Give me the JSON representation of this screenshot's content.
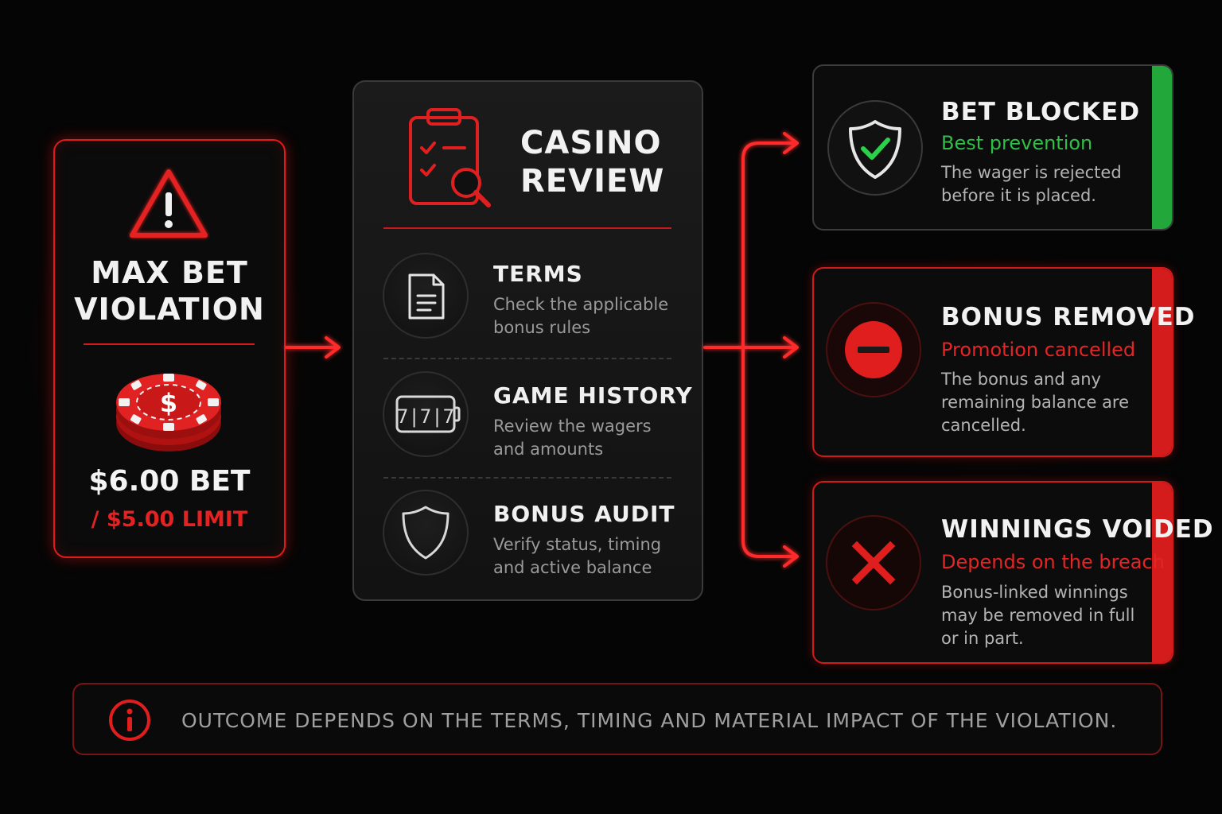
{
  "violation": {
    "title_line1": "MAX BET",
    "title_line2": "VIOLATION",
    "chip_symbol": "$",
    "bet": "$6.00 BET",
    "limit": "/ $5.00 LIMIT",
    "icons": [
      "warning-icon",
      "casino-chip-icon"
    ]
  },
  "review": {
    "title_line1": "CASINO",
    "title_line2": "REVIEW",
    "icon": "clipboard-search-icon",
    "steps": [
      {
        "title": "TERMS",
        "desc_line1": "Check the applicable",
        "desc_line2": "bonus rules",
        "icon": "document-icon"
      },
      {
        "title": "GAME HISTORY",
        "desc_line1": "Review the wagers",
        "desc_line2": "and amounts",
        "icon": "slot-machine-icon",
        "slot_digits": "7|7|7"
      },
      {
        "title": "BONUS AUDIT",
        "desc_line1": "Verify status, timing",
        "desc_line2": "and active balance",
        "icon": "shield-icon"
      }
    ]
  },
  "outcomes": [
    {
      "title": "BET BLOCKED",
      "subtitle": "Best prevention",
      "desc_lines": [
        "The wager is rejected",
        "before it is placed."
      ],
      "icon": "shield-check-icon",
      "accent": "#22a83a"
    },
    {
      "title": "BONUS REMOVED",
      "subtitle": "Promotion cancelled",
      "desc_lines": [
        "The bonus and any",
        "remaining balance are",
        "cancelled."
      ],
      "icon": "minus-circle-icon",
      "accent": "#e01e1e"
    },
    {
      "title": "WINNINGS VOIDED",
      "subtitle": "Depends on the breach",
      "desc_lines": [
        "Bonus-linked winnings",
        "may be removed in full",
        "or in part."
      ],
      "icon": "x-mark-icon",
      "accent": "#e01e1e"
    }
  ],
  "footer": {
    "icon": "info-icon",
    "text": "OUTCOME DEPENDS ON THE TERMS, TIMING AND MATERIAL IMPACT OF THE VIOLATION."
  },
  "colors": {
    "red": "#e01e1e",
    "green": "#22a83a",
    "background": "#050505"
  }
}
